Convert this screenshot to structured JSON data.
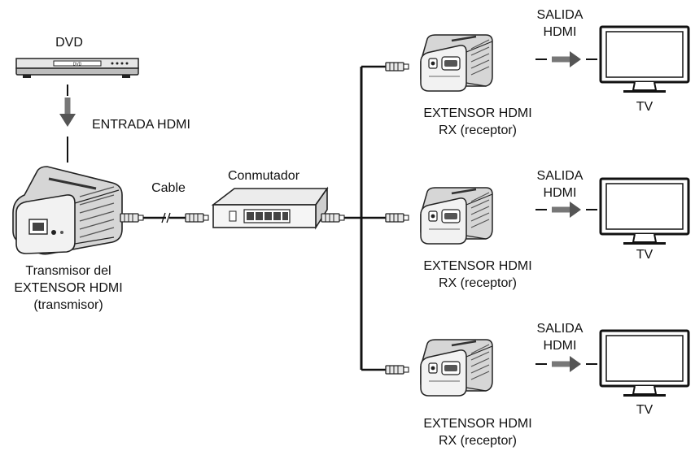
{
  "dvd": {
    "label": "DVD",
    "front_text": "DVD"
  },
  "input_label": "ENTRADA HDMI",
  "transmitter": {
    "lines": [
      "Transmisor del",
      "EXTENSOR HDMI",
      "(transmisor)"
    ]
  },
  "cable_label": "Cable",
  "switch_label": "Conmutador",
  "receivers": [
    {
      "lines": [
        "EXTENSOR HDMI",
        "RX (receptor)"
      ],
      "output_lines": [
        "SALIDA",
        "HDMI"
      ],
      "tv_label": "TV"
    },
    {
      "lines": [
        "EXTENSOR HDMI",
        "RX (receptor)"
      ],
      "output_lines": [
        "SALIDA",
        "HDMI"
      ],
      "tv_label": "TV"
    },
    {
      "lines": [
        "EXTENSOR HDMI",
        "RX (receptor)"
      ],
      "output_lines": [
        "SALIDA",
        "HDMI"
      ],
      "tv_label": "TV"
    }
  ]
}
